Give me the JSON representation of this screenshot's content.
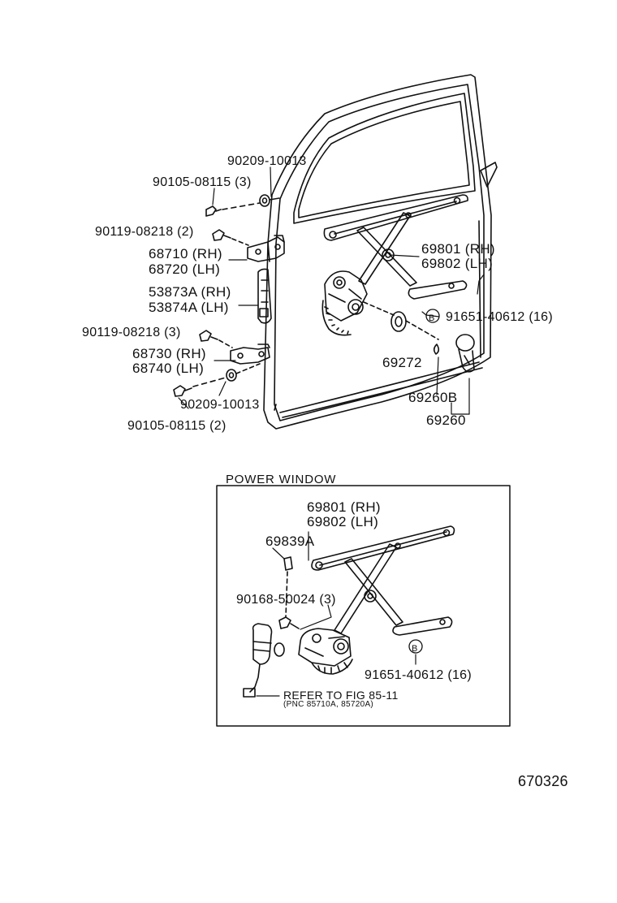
{
  "labels": {
    "p90209_top": "90209-10013",
    "p90105_top": "90105-08115 (3)",
    "p90119_top": "90119-08218 (2)",
    "p68710": "68710 (RH)",
    "p68720": "68720 (LH)",
    "p53873A": "53873A (RH)",
    "p53874A": "53874A (LH)",
    "p90119_mid": "90119-08218 (3)",
    "p68730": "68730 (RH)",
    "p68740": "68740 (LH)",
    "p90209_bot": "90209-10013",
    "p90105_bot": "90105-08115 (2)",
    "p69801": "69801 (RH)",
    "p69802": "69802 (LH)",
    "p91651": "91651-40612 (16)",
    "p69272": "69272",
    "p69260B": "69260B",
    "p69260": "69260",
    "marker_b": "B"
  },
  "power_window": {
    "title": "POWER WINDOW",
    "p69801": "69801 (RH)",
    "p69802": "69802 (LH)",
    "p69839A": "69839A",
    "p90168": "90168-50024 (3)",
    "p91651": "91651-40612 (16)",
    "refer": "REFER TO FIG 85-11",
    "refer_sub": "(PNC 85710A, 85720A)",
    "marker_b": "B"
  },
  "figure_number": "670326"
}
